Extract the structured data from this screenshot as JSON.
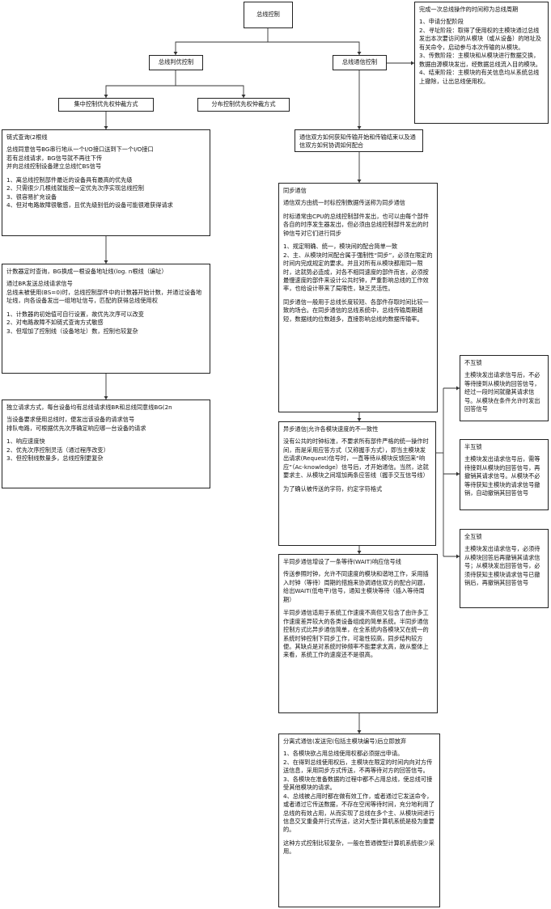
{
  "root": {
    "title": "总线控制"
  },
  "arbitration": {
    "title": "总线判优控制",
    "centralized": {
      "title": "集中控制优先权仲裁方式"
    },
    "distributed": {
      "title": "分布控制优先权仲裁方式"
    },
    "chain": {
      "title": "链式查询(2根线",
      "p1": "总线同意信号BG串行地从一个I/O接口送到下一个I/O接口\n若有总线请求，BG信号就不再往下传\n并向总线控制设备建立总线忙BS信号",
      "p2": "1、离总线控制部件最近的设备具有最高的优先级\n2、只需很少几根线就能按一定优先次序实现总线控制\n3、很容易扩充设备\n4、但对电路故障很敏感，且优先级别低的设备可能很难获得请求"
    },
    "counter": {
      "title": "计数器定时查询，BG换成一根设备地址线(log. n根线（编址）",
      "p1": "通过BR发送总线请求信号\n总线未被使用(BS=0)时，总线控制部件中的计数器开始计数，并通过设备地址线，向各设备发出一组地址信号，匹配的获得总线使用权",
      "p2": "1、计数器的初始值可自行设置，故优先次序可以改变\n2、对电路故障不如链式查询方式敏感\n3、但增加了控制线（设备地址）数，控制也较复杂"
    },
    "independent": {
      "title": "独立请求方式，每台设备均有总线请求线BR和总线同意线BG(2n",
      "p1": "当设备要求使用总线时，便发出该设备的请求信号\n排队电路，可根据优先次序确定响应哪一台设备的请求",
      "p2": "1、响应速度快\n2、优先次序控制灵活（通过程序改变）\n3、但控制线数量多，总线控制更复杂"
    }
  },
  "communication": {
    "title": "总线通信控制",
    "period": {
      "title": "完成一次总线操作的时间称为总线周期",
      "p1": "1、申请分配阶段\n2、寻址阶段：取得了使用权的主模块通过总线发出本次要访问的从模块（或从设备）的地址及有关命令，启动参与本次传输的从模块。\n3、传数阶段：主模块和从模块进行数据交换，数据由源模块发出，经数据总线流入目的模块。\n4、结束阶段：主模块的有关信息均从系统总线上撤除，让出总线使用权。"
    },
    "question": {
      "title": "通信双方如何获知传输开始和传输结束以及通信双方如何协调如何配合"
    },
    "sync": {
      "title": "同步通信",
      "p1": "通信双方由统一时标控制数据传送称为同步通信",
      "p2": "时标通常由CPU的总线控制部件发出，也可以由每个部件各自的时序发生器发出，但必须由总线控制部件发出的时钟信号对它们进行同步",
      "p3": "1、规定明确、统一，模块间的配合简单一致\n2、主、从模块时间配合属于强制性“同步”，必须在限定的时间内完成规定的要求。并且对所有从模块都用同一限时，这就势必造成，对各不相同速度的部件而言，必须按最慢速度的部件来设计公共时钟，严重影响总线的工作效率，也给设计带来了局限性，缺乏灵活性。",
      "p4": "同步通信一般用于总线长度较短、各部件存取时间比较一致的场合。在同步通信的总线系统中，总线传输周期越短，数据线的位数越多，直接影响总线的数据传输率。"
    },
    "async": {
      "title": "异步通信|允许各模块速度的不一致性",
      "p1": "没有公共的时钟标准，不要求所有部件严格的统一操作时间，而是采用应答方式（又称握手方式），即当主模块发出请求(Request)信号时，一直等待从模块反馈回来“响应”（Ac-knowledge）信号后，才开始通信。当然，这就要求主、从模块之间增加两条应答线（握手交互信号线）",
      "p2": "为了确认被传送的字符，约定字符格式",
      "modes": [
        {
          "title": "不互锁",
          "text": "主模块发出请求信号后，不必等待接到从模块的回答信号，经过一段时间就撤其请求信号。从模块在条件允许时发出回答信号"
        },
        {
          "title": "半互锁",
          "text": "主模块发出请求信号后，需等待接到从模块的回答信号，再撤销其请求信号。从模块不必等待获知主模块的请求信号撤销，自动撤销其回答信号"
        },
        {
          "title": "全互锁",
          "text": "主模块发出请求信号，必须待从模块回答后再撤销其请求信号；从模块发出回答信号，必须待获知主模块请求信号已撤销后，再撤销其回答信号"
        }
      ]
    },
    "semisync": {
      "title": "半同步通信增设了一条等待(WAIT)响应信号线",
      "p1": "传送参照时钟，允许不同速度的模块和谐地工作，采用插入时钟（等待）周期的措施来协调通信双方的配合问题，给出WAIT(低电平)信号，通知主模块等待（插入等待周期）",
      "p2": "半同步通信适用于系统工作速度不高但又包含了由许多工作速度差异较大的各类设备组成的简单系统。半同步通信控制方式比异步通信简单，在全系统内各模块又在统一的系统时钟控制下同步工作，可靠性较高，同步结构较方便。其缺点是对系统时钟频率不能要求太高，故从整体上来看，系统工作的速度还不是很高。"
    },
    "split": {
      "title": "分离式通信(发送完(包括主模块编号)后立即放弃",
      "p1": "1、各模块欲占用总线使用权都必须提出申请。\n2、在得到总线使用权后，主模块在限定的时间内向对方传送信息，采用同步方式传送，不再等待对方的回答信号。\n3、各模块在准备数据的过程中都不占用总线，使总线可接受其他模块的请求。\n4、总线被占用时都在做有效工作，或者通过它发送命令，或者通过它传送数据，不存在空闲等待时间，充分地利用了总线的有效占用，从而实现了总线在多个主、从模块间进行信息交叉重叠并行式传送，这对大型计算机系统是极为重要的。",
      "p2": "这种方式控制比较复杂，一般在普通微型计算机系统很少采用。"
    }
  }
}
